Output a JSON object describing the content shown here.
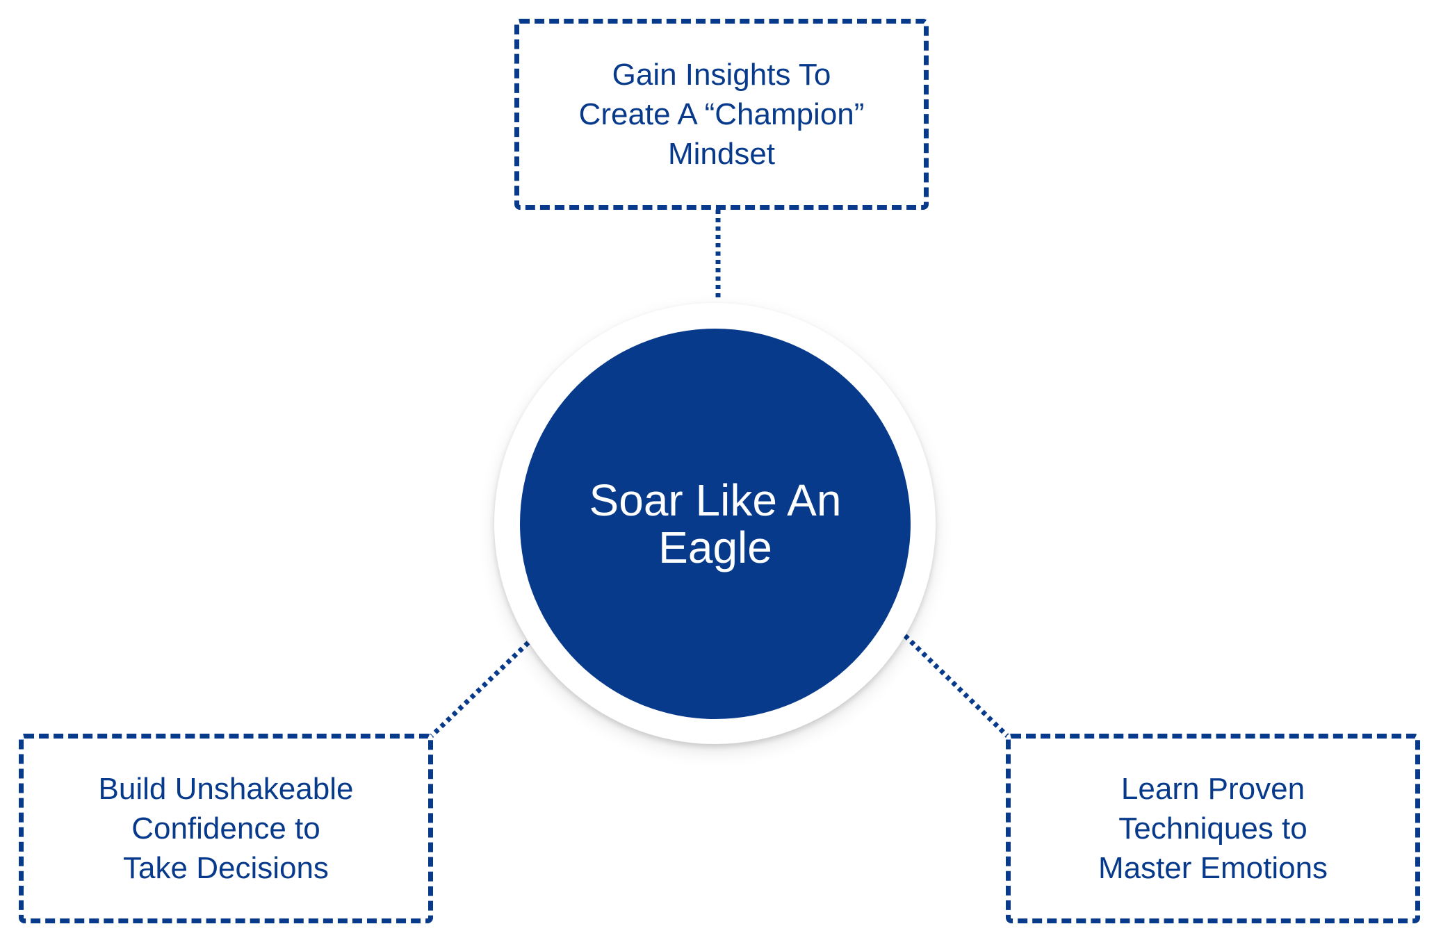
{
  "center": {
    "label": "Soar Like An\nEagle"
  },
  "boxes": {
    "top": {
      "label": "Gain Insights To\nCreate A “Champion”\nMindset"
    },
    "left": {
      "label": "Build Unshakeable\nConfidence to\nTake Decisions"
    },
    "right": {
      "label": "Learn Proven\nTechniques to\nMaster Emotions"
    }
  },
  "colors": {
    "primary": "#083a8c",
    "background": "#ffffff"
  }
}
